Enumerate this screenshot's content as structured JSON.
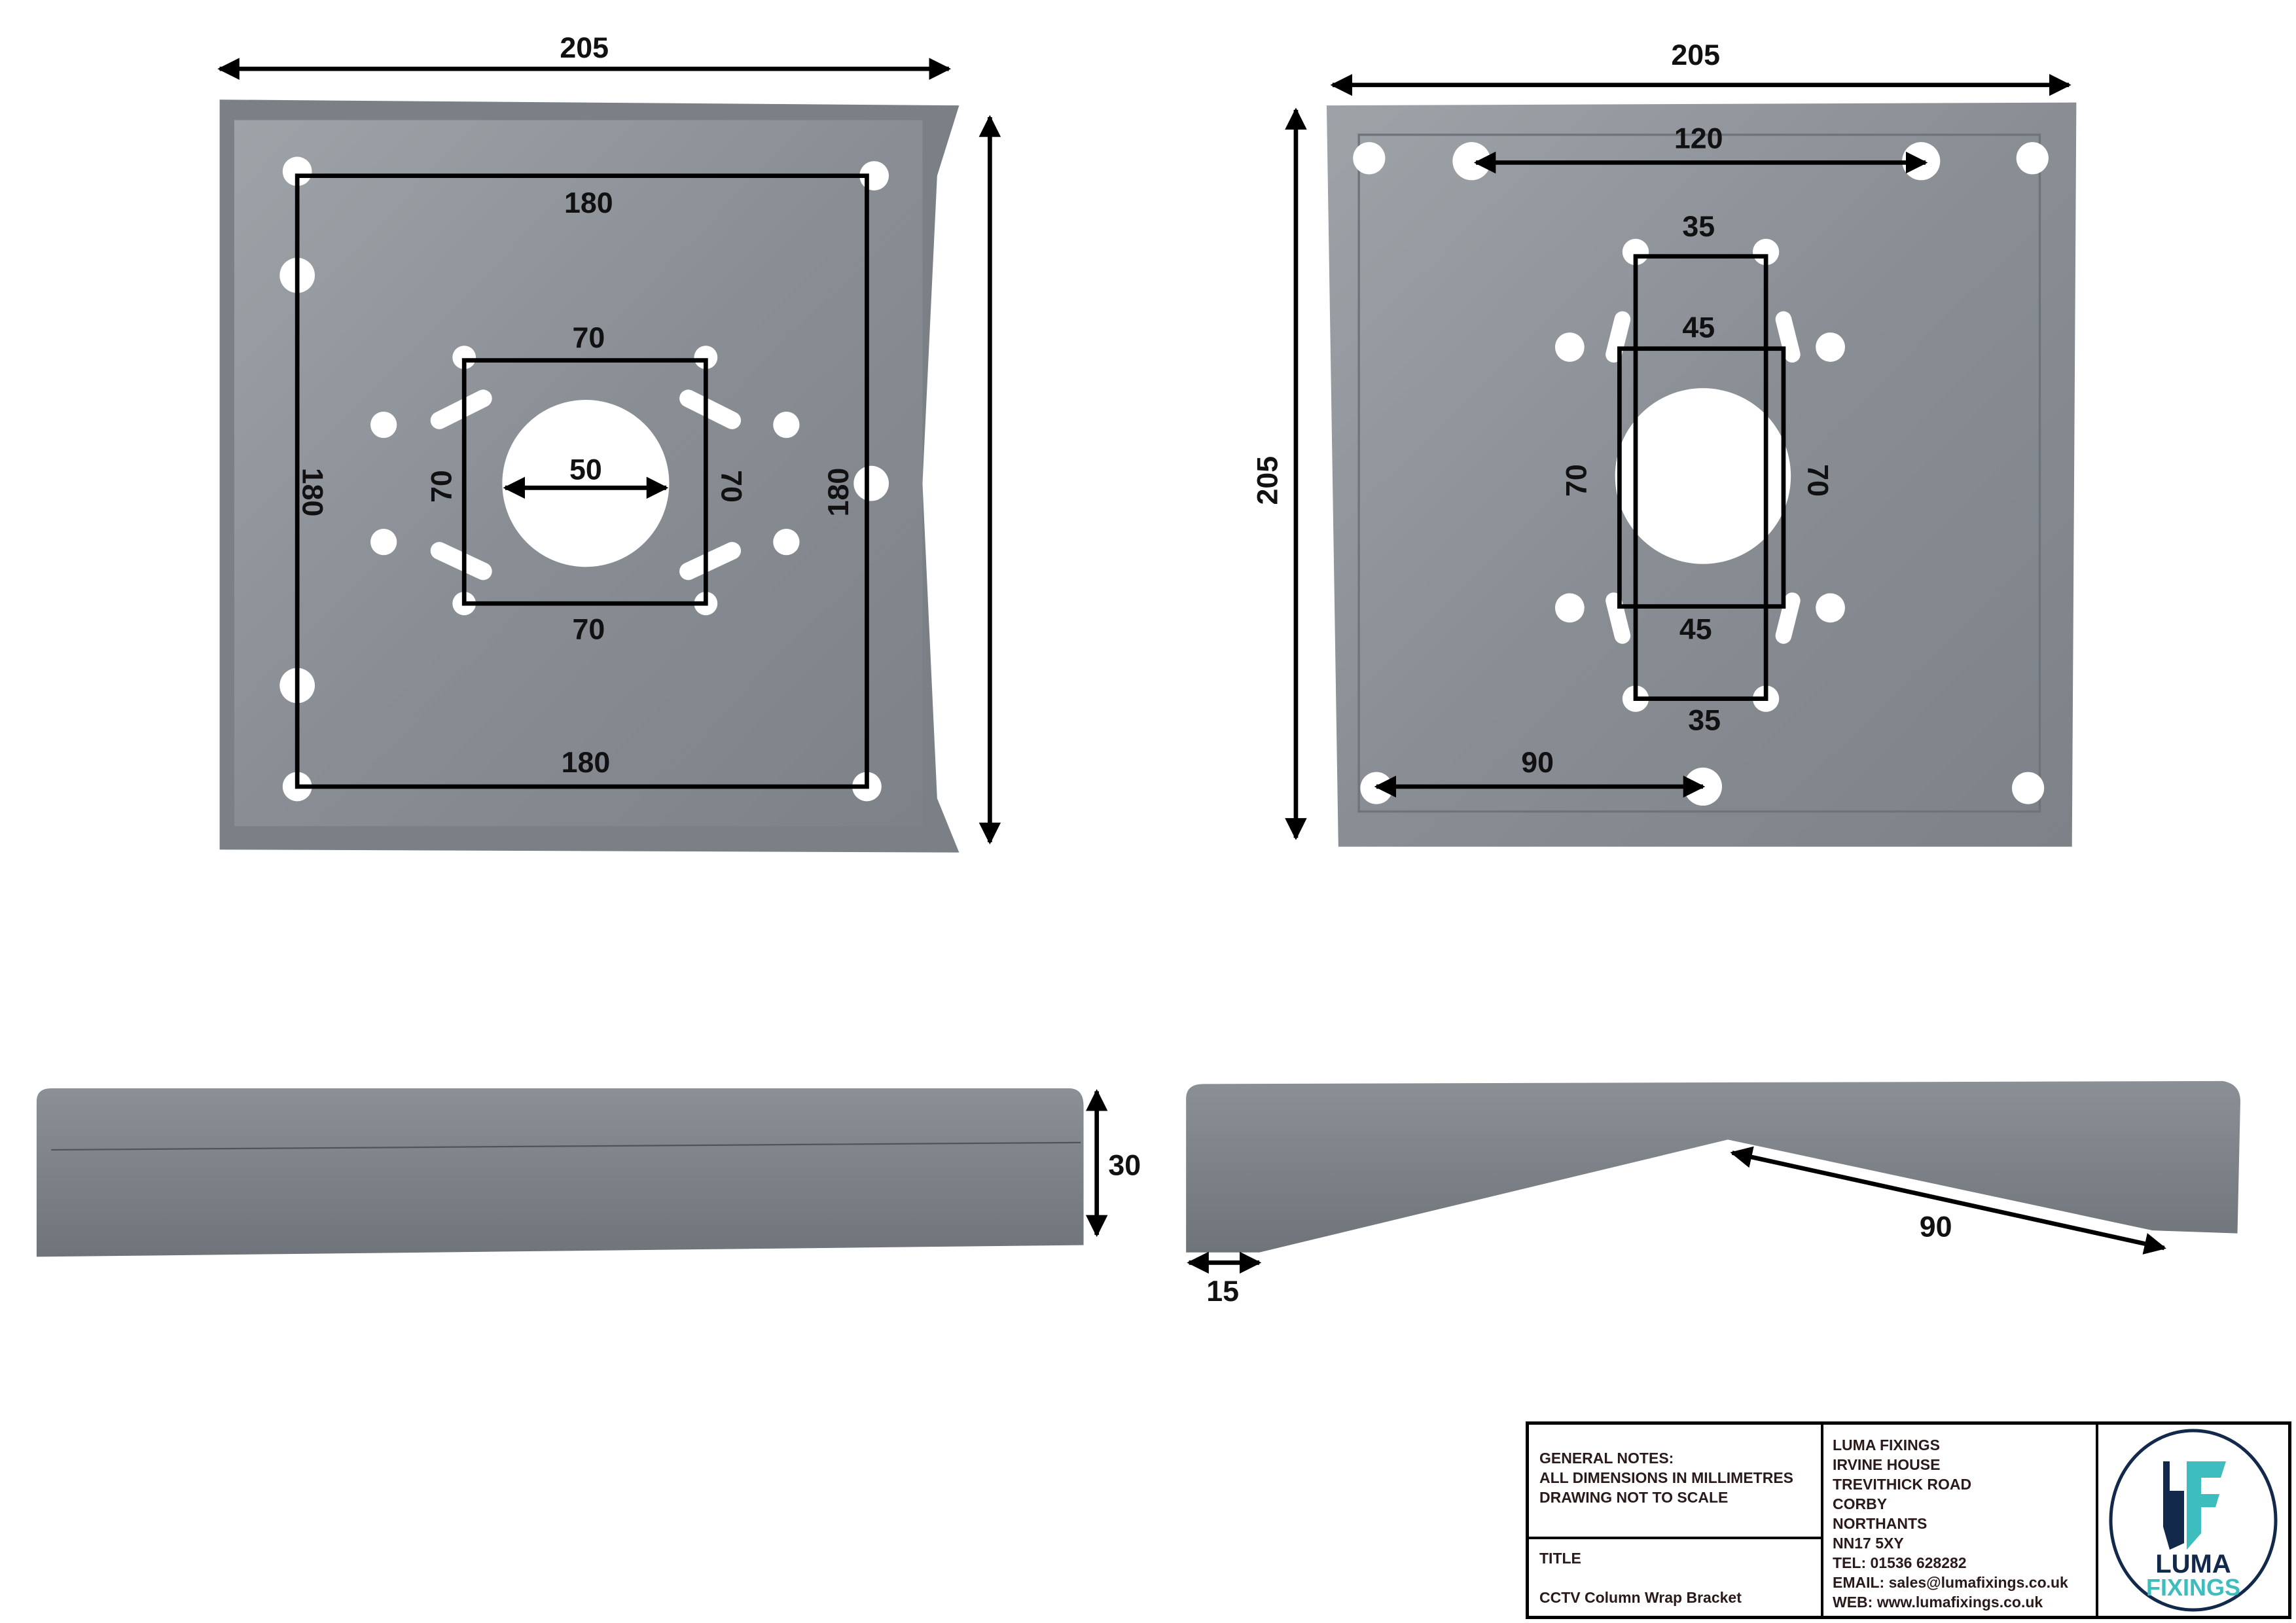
{
  "top_left_view": {
    "overall_width": "205",
    "hole_spacing_top": "180",
    "hole_spacing_bottom": "180",
    "hole_spacing_left": "180",
    "hole_spacing_right": "180",
    "inner_top": "70",
    "inner_bottom": "70",
    "inner_left": "70",
    "inner_right": "70",
    "center_hole": "50"
  },
  "top_right_view": {
    "overall_width": "205",
    "overall_height": "205",
    "top_hole_spacing": "120",
    "inner_top": "35",
    "inner_bottom": "35",
    "mid_top": "45",
    "mid_bottom": "45",
    "side_left": "70",
    "side_right": "70",
    "bottom_offset": "90"
  },
  "side_left_view": {
    "height": "30"
  },
  "side_right_view": {
    "flange": "15",
    "slope": "90"
  },
  "title_block": {
    "notes": [
      "GENERAL NOTES:",
      "ALL DIMENSIONS IN MILLIMETRES",
      "DRAWING NOT TO SCALE"
    ],
    "title_label": "TITLE",
    "title": "CCTV Column Wrap Bracket",
    "address": [
      "LUMA FIXINGS",
      "IRVINE HOUSE",
      "TREVITHICK ROAD",
      "CORBY",
      "NORTHANTS",
      "NN17 5XY",
      "TEL: 01536 628282",
      "EMAIL: sales@lumafixings.co.uk",
      "WEB: www.lumafixings.co.uk"
    ],
    "logo": {
      "line1": "LUMA",
      "line2": "FIXINGS",
      "colors": {
        "navy": "#13294b",
        "teal": "#3dbdbd"
      }
    }
  },
  "colors": {
    "metal": "#8e949a",
    "metal_dark": "#6b7178",
    "dimension": "#000000"
  }
}
